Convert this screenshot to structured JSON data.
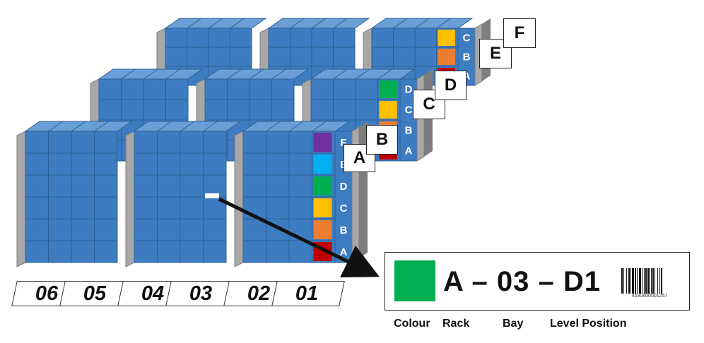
{
  "colors": {
    "cube": "#3d7cc1",
    "cube_light": "#6a9ed6",
    "cube_edge": "#2e5f97",
    "end_panel": "#a8a8a8",
    "end_panel_dark": "#7d7d7d",
    "F": "#7030a0",
    "E": "#00b0f0",
    "D": "#00b050",
    "C": "#ffc000",
    "B": "#ed7d31",
    "A": "#c00000"
  },
  "bays": [
    {
      "label": "06"
    },
    {
      "label": "05"
    },
    {
      "label": "04"
    },
    {
      "label": "03"
    },
    {
      "label": "02"
    },
    {
      "label": "01"
    }
  ],
  "levels": [
    "F",
    "E",
    "D",
    "C",
    "B",
    "A"
  ],
  "racks": [
    {
      "letter": "A"
    },
    {
      "letter": "B"
    },
    {
      "letter": "C"
    },
    {
      "letter": "D"
    },
    {
      "letter": "E"
    },
    {
      "letter": "F"
    }
  ],
  "location_label": {
    "swatch_color": "#00b050",
    "code": "A – 03 – D1",
    "barcode_number": "4030600001257"
  },
  "legend": {
    "colour": "Colour",
    "rack": "Rack",
    "bay": "Bay",
    "level_position": "Level Position"
  }
}
